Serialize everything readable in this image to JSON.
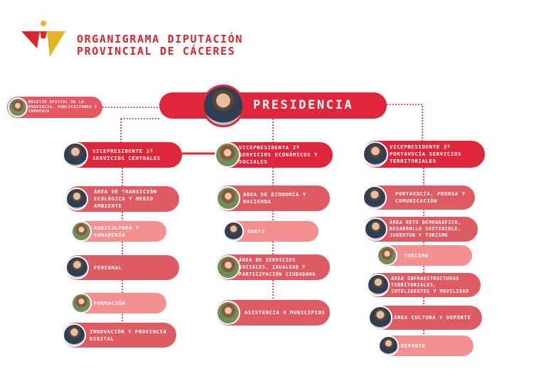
{
  "header": {
    "title_line1": "ORGANIGRAMA DIPUTACIÓN",
    "title_line2": "PROVINCIAL DE CÁCERES"
  },
  "colors": {
    "red": "#e0263a",
    "mid": "#df5b63",
    "pink": "#f59091",
    "accent_yellow": "#e3b62a"
  },
  "presidencia": {
    "label": "PRESIDENCIA"
  },
  "boletin": {
    "label": "BOLETÍN OFICIAL DE LA PROVINCIA, PUBLICACIONES E IMPRENTA"
  },
  "vp1": {
    "label": "VICEPRESIDENTE 1º SERVICIOS CENTRALES",
    "areas": [
      "ÁREA DE TRANSICIÓN ECOLÓGICA Y MEDIO AMBIENTE",
      "AGRICULTURA Y GANADERÍA",
      "PERSONAL",
      "FORMACIÓN",
      "INNOVACIÓN Y PROVINCIA DIGITAL"
    ]
  },
  "vp2": {
    "label": "VICEPRESIDENTA 2ª SERVICIOS ECONÓMICOS Y SOCIALES",
    "areas": [
      "ÁREA DE ECONOMÍA Y HACIENDA",
      "OAGTT",
      "ÁREA DE SERVICIOS SOCIALES, IGUALDAD Y PARTICIPACIÓN CIUDADANA",
      "ASISTENCIA A MUNICIPIOS"
    ]
  },
  "vp3": {
    "label": "VICEPRESIDENTE 3º PORTAVOCÍA SERVICIOS TERRITORIALES",
    "areas": [
      "PORTAVOCÍA, PRENSA Y COMUNICACIÓN",
      "ÁREA RETO DEMOGRÁFICO, DESARROLLO SOSTENIBLE, JUVENTUD Y TURISMO",
      "TURISMO",
      "ÁREA INFRAESTRUCTURAS TERRITORIALES, INTELIGENTES Y MOVILIDAD",
      "ÁREA CULTURA Y DEPORTE",
      "DEPORTE"
    ]
  }
}
